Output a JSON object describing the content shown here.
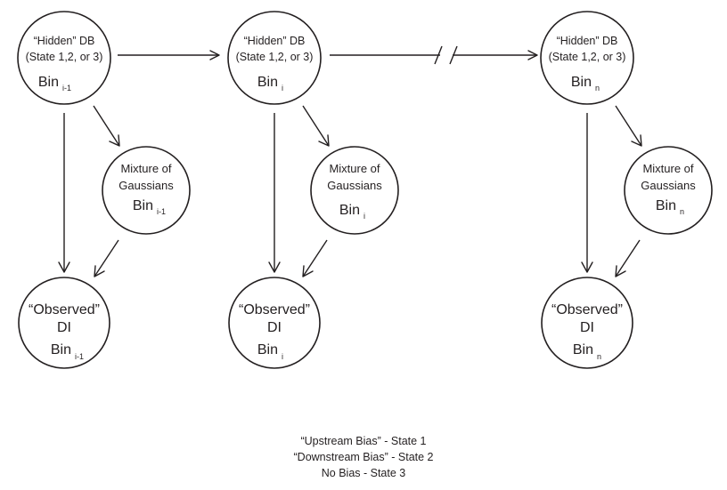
{
  "columns": [
    {
      "hidden": {
        "line1": "“Hidden” DB",
        "line2": "(State 1,2, or 3)",
        "bin": "Bin",
        "sub": "i-1"
      },
      "mixture": {
        "line1": "Mixture of",
        "line2": "Gaussians",
        "bin": "Bin",
        "sub": "i-1"
      },
      "observed": {
        "line1": "“Observed”",
        "line2": "DI",
        "bin": "Bin",
        "sub": "i-1"
      }
    },
    {
      "hidden": {
        "line1": "“Hidden” DB",
        "line2": "(State 1,2, or 3)",
        "bin": "Bin",
        "sub": "i"
      },
      "mixture": {
        "line1": "Mixture of",
        "line2": "Gaussians",
        "bin": "Bin",
        "sub": "i"
      },
      "observed": {
        "line1": "“Observed”",
        "line2": "DI",
        "bin": "Bin",
        "sub": "i"
      }
    },
    {
      "hidden": {
        "line1": "“Hidden” DB",
        "line2": "(State 1,2, or 3)",
        "bin": "Bin",
        "sub": "n"
      },
      "mixture": {
        "line1": "Mixture of",
        "line2": "Gaussians",
        "bin": "Bin",
        "sub": "n"
      },
      "observed": {
        "line1": "“Observed”",
        "line2": "DI",
        "bin": "Bin",
        "sub": "n"
      }
    }
  ],
  "legend": [
    "“Upstream Bias” - State 1",
    "“Downstream Bias” - State 2",
    "No Bias - State 3"
  ]
}
